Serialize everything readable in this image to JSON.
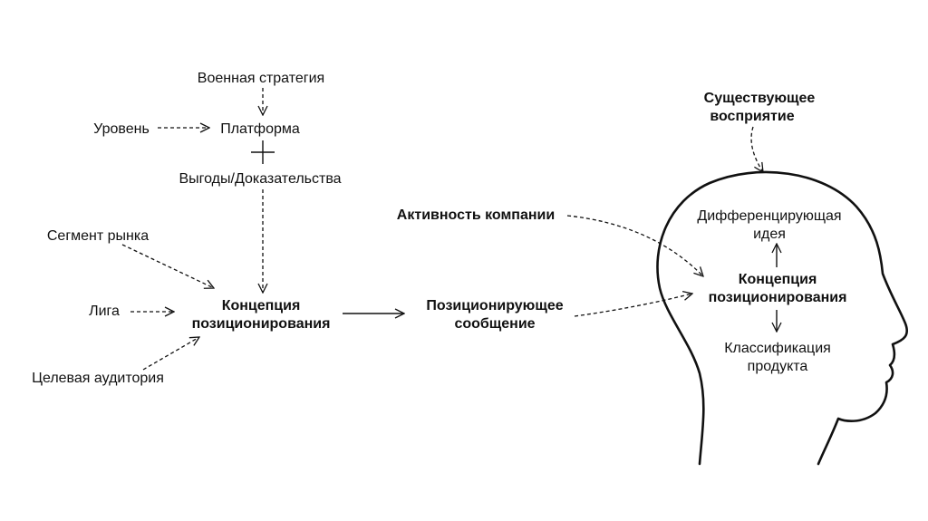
{
  "nodes": {
    "military_strategy": "Военная стратегия",
    "level": "Уровень",
    "platform": "Платформа",
    "plus": "+",
    "benefits": "Выгоды/Доказательства",
    "market_segment": "Сегмент рынка",
    "league": "Лига",
    "target_audience": "Целевая аудитория",
    "concept_line1": "Концепция",
    "concept_line2": "позиционирования",
    "company_activity": "Активность компании",
    "message_line1": "Позиционирующее",
    "message_line2": "сообщение",
    "existing_line1": "Существующее",
    "existing_line2": "восприятие",
    "diff_line1": "Дифференцирующая",
    "diff_line2": "идея",
    "head_concept_line1": "Концепция",
    "head_concept_line2": "позиционирования",
    "classif_line1": "Классификация",
    "classif_line2": "продукта"
  },
  "colors": {
    "ink": "#111111",
    "background": "#ffffff"
  }
}
